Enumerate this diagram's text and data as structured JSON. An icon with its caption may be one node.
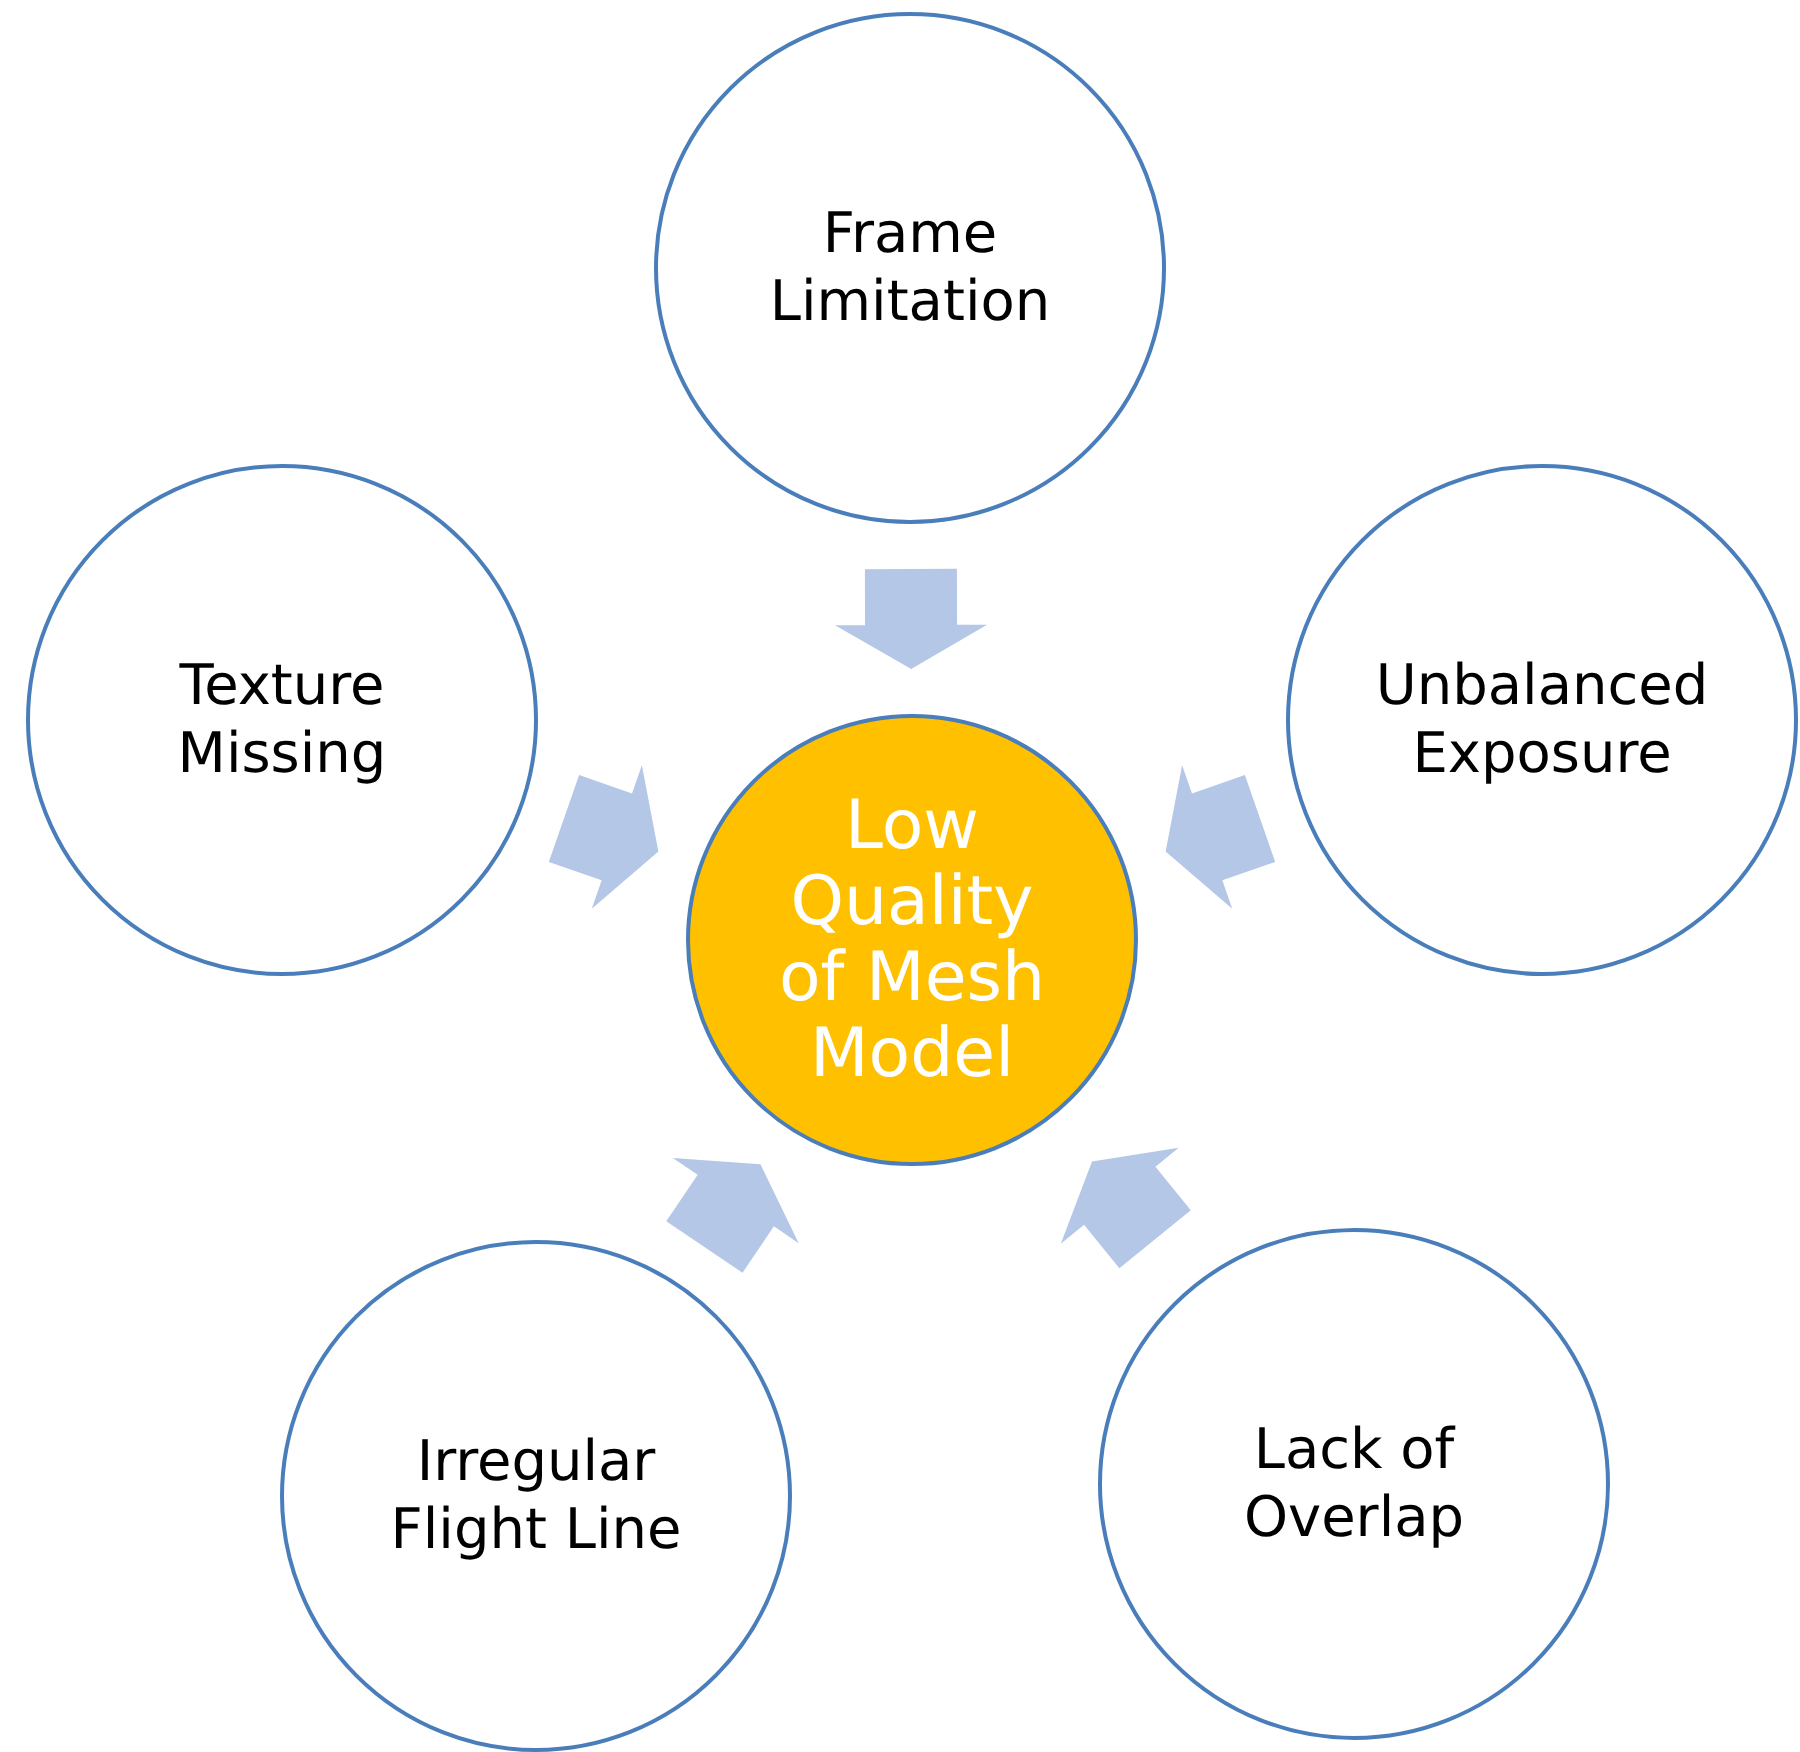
{
  "diagram": {
    "nodes": [
      {
        "text": [
          "Frame Limitation"
        ]
      },
      {
        "text": [
          "Texture Missing"
        ]
      },
      {
        "text": [
          "Unbalanced Exposure"
        ]
      },
      {
        "text": [
          "Low Quality of Mesh Model"
        ]
      },
      {
        "text": [
          "Irregular Flight Line"
        ]
      },
      {
        "text": [
          "Lack of Overlap"
        ]
      }
    ],
    "edges": [
      {
        "from": 0,
        "to": 3,
        "arrow": "to"
      },
      {
        "from": 1,
        "to": 3,
        "arrow": "to"
      },
      {
        "from": 2,
        "to": 3,
        "arrow": "to"
      },
      {
        "from": 4,
        "to": 3,
        "arrow": "to"
      },
      {
        "from": 5,
        "to": 3,
        "arrow": "to"
      }
    ]
  }
}
